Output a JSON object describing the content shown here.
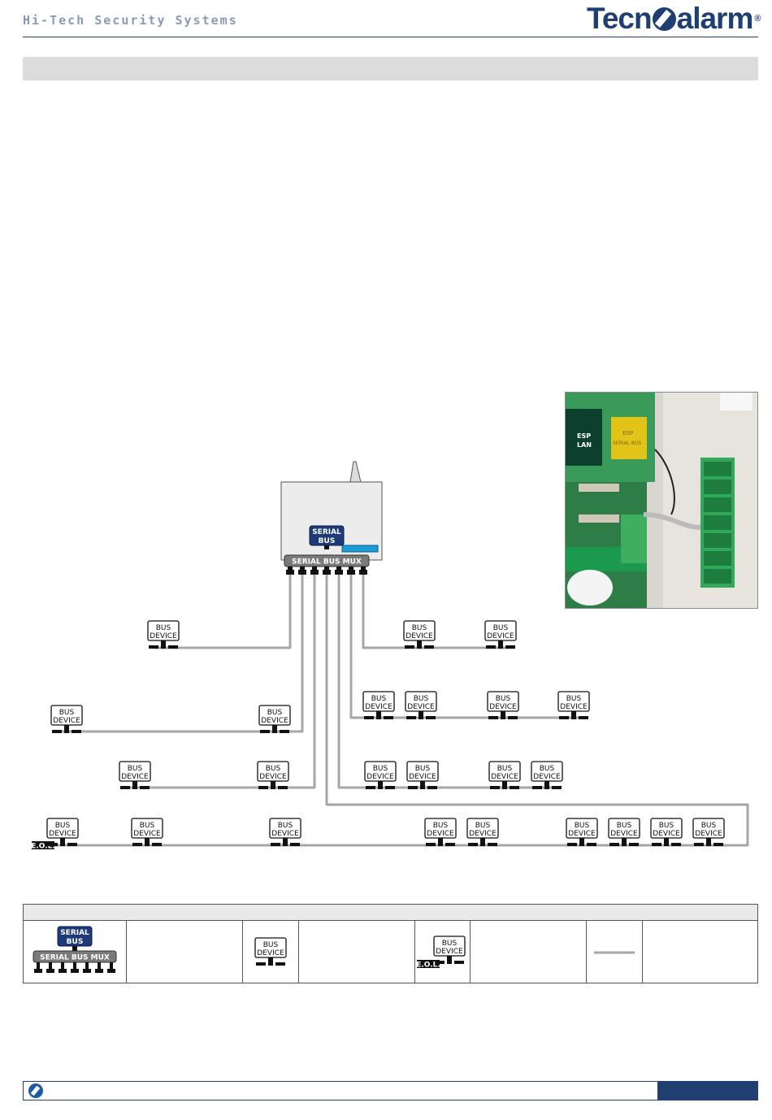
{
  "header": {
    "tagline": "Hi-Tech Security Systems",
    "logo": {
      "part1": "Tecn",
      "part2": "alarm",
      "reg": "®"
    }
  },
  "diagram": {
    "serial_bus_l1": "SERIAL",
    "serial_bus_l2": "BUS",
    "mux_label": "SERIAL BUS MUX",
    "device_l1": "BUS",
    "device_l2": "DEVICE",
    "eol_label": "E.O.L."
  },
  "photo": {
    "label1_l1": "ESP",
    "label1_l2": "LAN",
    "label2_l1": "ESP",
    "label2_l2": "SERIAL BUS"
  },
  "legend": {
    "serial_bus_l1": "SERIAL",
    "serial_bus_l2": "BUS",
    "mux_label": "SERIAL BUS MUX",
    "device_l1": "BUS",
    "device_l2": "DEVICE",
    "eol_label": "E.O.L."
  },
  "colors": {
    "brand_navy": "#1f3f73",
    "serial_bus_fill": "#1f3a78",
    "mux_fill": "#7a7a7a",
    "bus_wire": "#a6a6a6"
  }
}
